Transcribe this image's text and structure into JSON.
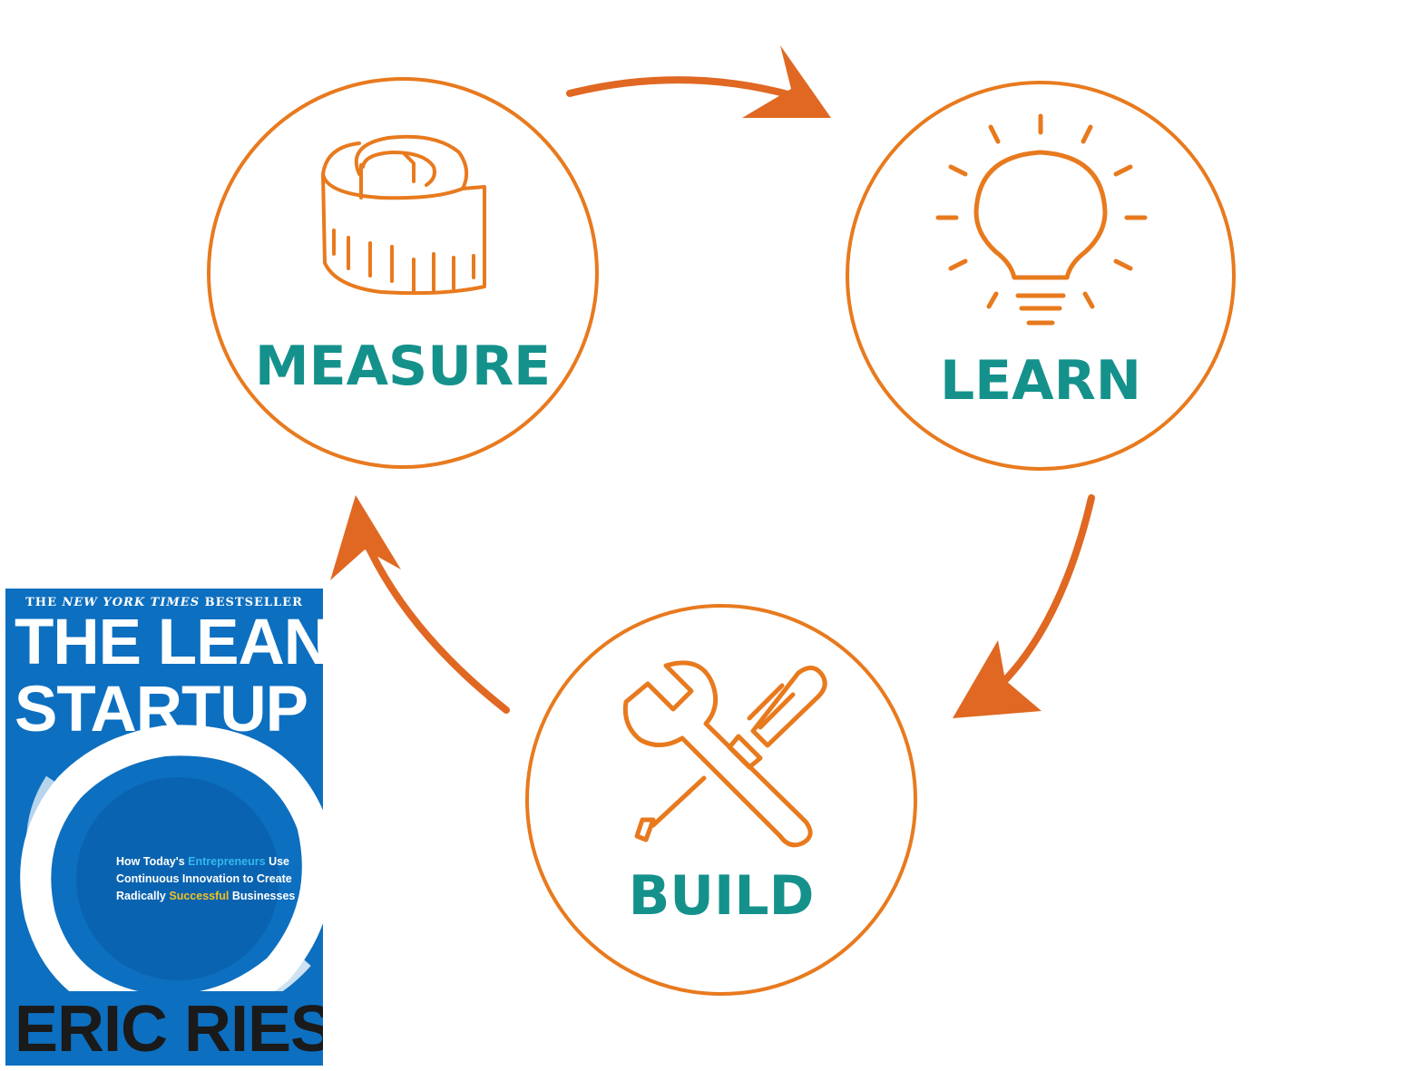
{
  "colors": {
    "accent": "#e87a1e",
    "arrow": "#e06822",
    "label": "#15918c",
    "book_blue": "#0d6fc0"
  },
  "nodes": {
    "measure": {
      "label": "MEASURE",
      "icon": "tape-measure-icon"
    },
    "learn": {
      "label": "LEARN",
      "icon": "lightbulb-icon"
    },
    "build": {
      "label": "BUILD",
      "icon": "wrench-screwdriver-icon"
    }
  },
  "book": {
    "tagline_pre": "THE ",
    "tagline_nyt": "NEW YORK TIMES",
    "tagline_post": " BESTSELLER",
    "title_line1": "THE LEAN",
    "title_line2": "STARTUP",
    "subtitle": {
      "l1a": "How Today's ",
      "l1b": "Entrepreneurs",
      "l1c": " Use",
      "l2": "Continuous Innovation to Create",
      "l3a": "Radically ",
      "l3b": "Successful",
      "l3c": " Businesses"
    },
    "author_first": "ERIC ",
    "author_last": "RIES"
  }
}
